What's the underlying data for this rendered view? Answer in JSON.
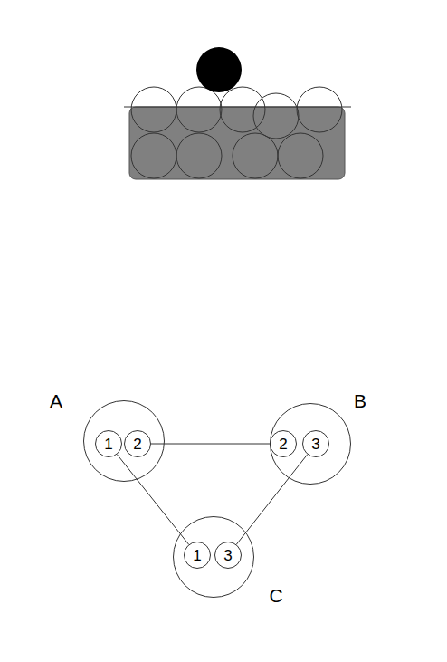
{
  "diagram": {
    "nodes": [
      {
        "text": [
          "A"
        ]
      },
      {
        "text": [
          "1"
        ],
        "in": 0
      },
      {
        "text": [
          "2"
        ],
        "in": 0
      },
      {
        "text": [
          "B"
        ]
      },
      {
        "text": [
          "2"
        ],
        "in": 3
      },
      {
        "text": [
          "3"
        ],
        "in": 3
      },
      {
        "text": [
          "C"
        ]
      },
      {
        "text": [
          "1"
        ],
        "in": 6
      },
      {
        "text": [
          "3"
        ],
        "in": 6
      }
    ],
    "edges": [
      {
        "from": 2,
        "to": 4,
        "arrow": "none"
      },
      {
        "from": 1,
        "to": 7,
        "arrow": "none"
      },
      {
        "from": 5,
        "to": 8,
        "arrow": "none"
      }
    ]
  }
}
